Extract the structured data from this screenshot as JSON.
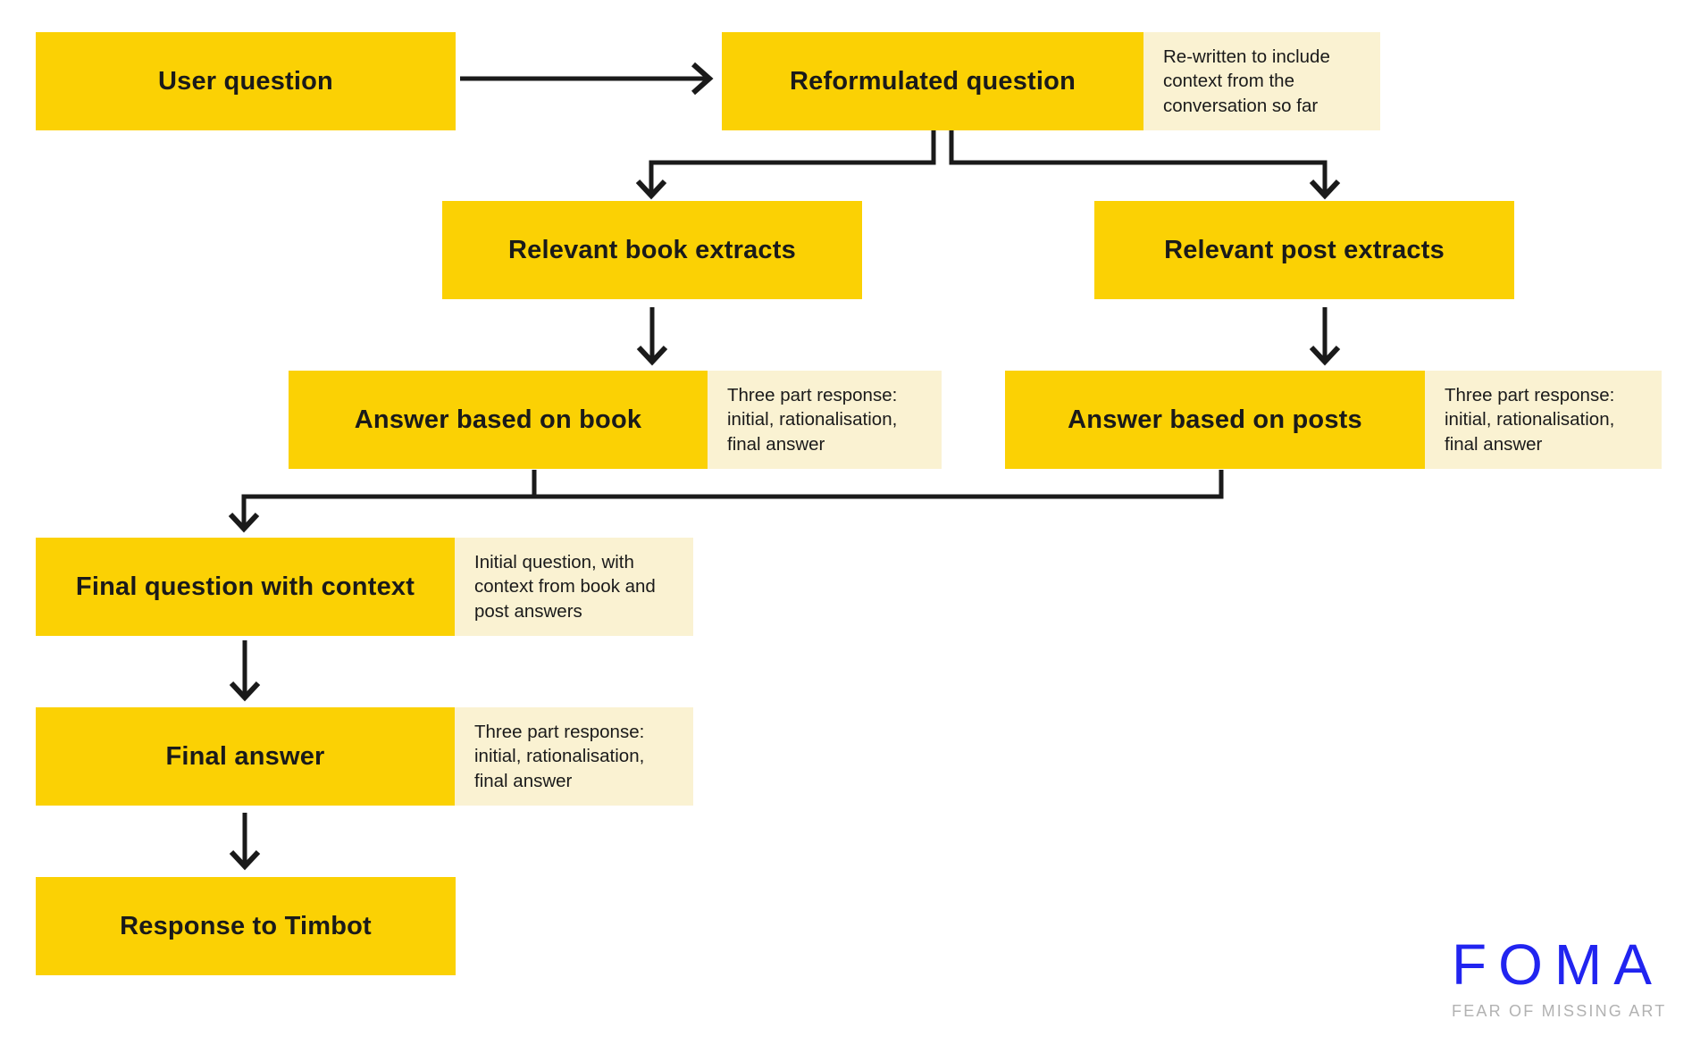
{
  "colors": {
    "background": "#FFFFFF",
    "node_bg": "#FBD104",
    "note_bg": "#FAF2D2",
    "line": "#1A1A1A",
    "text": "#1A1A1A",
    "logo_blue": "#2124F0",
    "logo_gray": "#B2B2B2"
  },
  "nodes": {
    "user_question": "User question",
    "reformulated_question": "Reformulated question",
    "relevant_book_extracts": "Relevant book extracts",
    "relevant_post_extracts": "Relevant post extracts",
    "answer_based_on_book": "Answer based on book",
    "answer_based_on_posts": "Answer based on posts",
    "final_question_with_context": "Final question with context",
    "final_answer": "Final answer",
    "response_to_timbot": "Response to Timbot"
  },
  "annotations": {
    "reformulated": "Re-written to include context from the conversation so far",
    "answer_book": "Three part response: initial, rationalisation, final answer",
    "answer_posts": "Three part response: initial, rationalisation, final answer",
    "final_question": "Initial question, with context from book and post answers",
    "final_answer": "Three part response: initial, rationalisation, final answer"
  },
  "logo": {
    "wordmark": "FOMA",
    "tagline": "FEAR OF MISSING ART"
  }
}
